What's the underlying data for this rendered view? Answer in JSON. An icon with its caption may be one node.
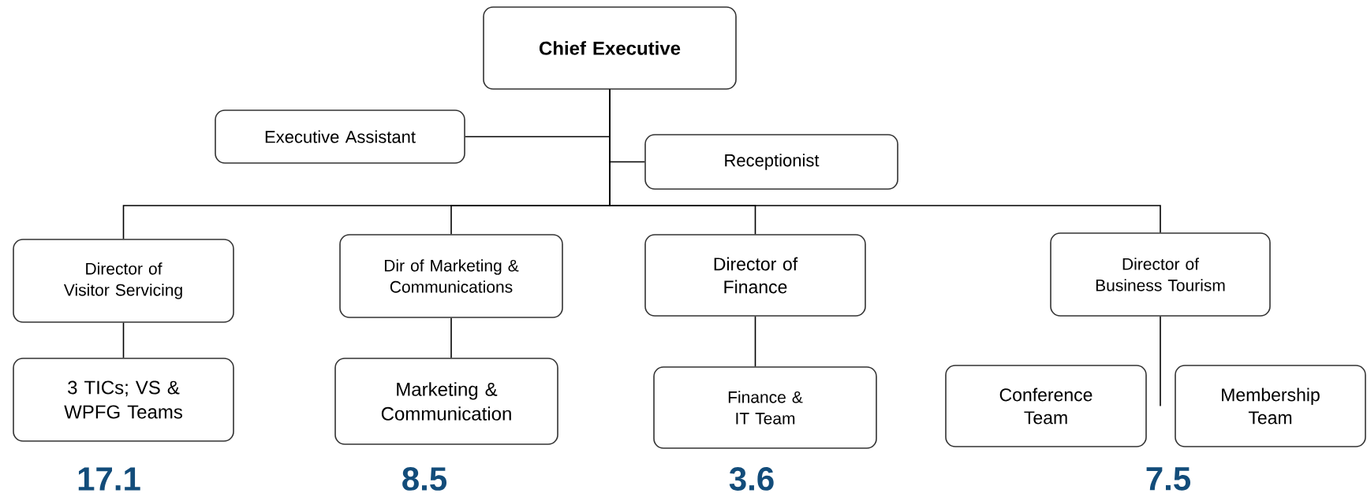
{
  "diagram": {
    "nodes": [
      {
        "text": [
          "Chief Executive"
        ]
      },
      {
        "text": [
          "Executive Assistant"
        ]
      },
      {
        "text": [
          "Receptionist"
        ]
      },
      {
        "text": [
          "Director of Visitor Servicing"
        ]
      },
      {
        "text": [
          "Dir of Marketing & Communications"
        ]
      },
      {
        "text": [
          "Director of Finance"
        ]
      },
      {
        "text": [
          "Director of Business Tourism"
        ]
      },
      {
        "text": [
          "3 TICs; VS & WPFG Teams"
        ]
      },
      {
        "text": [
          "Marketing & Communication"
        ]
      },
      {
        "text": [
          "Finance & IT Team"
        ]
      },
      {
        "text": [
          "Conference Team"
        ]
      },
      {
        "text": [
          "Membership Team"
        ]
      }
    ],
    "edges": [
      {
        "from": 0,
        "to": 1,
        "arrow": "none"
      },
      {
        "from": 0,
        "to": 2,
        "arrow": "none"
      },
      {
        "from": 0,
        "to": 3,
        "arrow": "none"
      },
      {
        "from": 0,
        "to": 4,
        "arrow": "none"
      },
      {
        "from": 0,
        "to": 5,
        "arrow": "none"
      },
      {
        "from": 0,
        "to": 6,
        "arrow": "none"
      },
      {
        "from": 3,
        "to": 7,
        "arrow": "none"
      },
      {
        "from": 4,
        "to": 8,
        "arrow": "none"
      },
      {
        "from": 5,
        "to": 9,
        "arrow": "none"
      },
      {
        "from": 6,
        "to": 10,
        "arrow": "none"
      },
      {
        "from": 6,
        "to": 11,
        "arrow": "none"
      }
    ],
    "labels": [
      "17.1",
      "8.5",
      "3.6",
      "7.5"
    ]
  }
}
